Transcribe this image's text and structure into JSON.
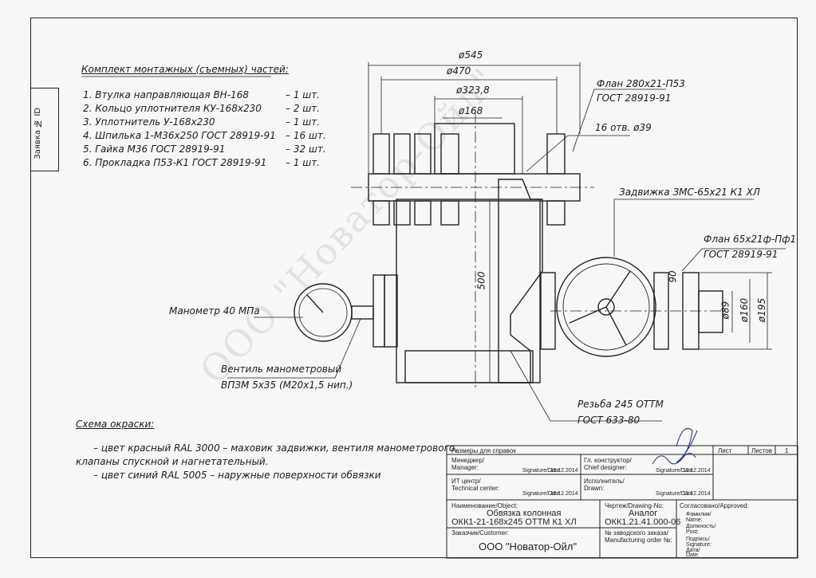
{
  "side_label": "Заявка № ID",
  "parts": {
    "title": "Комплект монтажных (съемных) частей:",
    "items": [
      {
        "name": "1. Втулка направляющая ВН-168",
        "qty": "– 1 шт."
      },
      {
        "name": "2. Кольцо уплотнителя КУ-168х230",
        "qty": "– 2 шт."
      },
      {
        "name": "3. Уплотнитель У-168х230",
        "qty": "– 1 шт."
      },
      {
        "name": "4. Шпилька 1-М36х250 ГОСТ 28919-91",
        "qty": "– 16 шт."
      },
      {
        "name": "5. Гайка М36 ГОСТ 28919-91",
        "qty": "– 32 шт."
      },
      {
        "name": "6. Прокладка П53-К1 ГОСТ 28919-91",
        "qty": "– 1 шт."
      }
    ]
  },
  "dims": {
    "d545": "ø545",
    "d470": "ø470",
    "d323": "ø323,8",
    "d168": "ø168",
    "h500": "500",
    "d89": "ø89",
    "d160": "ø160",
    "d195": "ø195",
    "d90": "90"
  },
  "callouts": {
    "flange1_a": "Флан 280х21-П53",
    "flange1_b": "ГОСТ 28919-91",
    "holes": "16 отв. ø39",
    "valve": "Задвижка ЗМС-65х21 К1 ХЛ",
    "flange2_a": "Флан 65х21ф-Пф1",
    "flange2_b": "ГОСТ 28919-91",
    "gauge": "Манометр 40 МПа",
    "valve2_a": "Вентиль манометровый",
    "valve2_b": "ВПЗМ 5х35 (М20х1,5 нип.)",
    "thread_a": "Резьба 245 ОТТМ",
    "thread_b": "ГОСТ 633-80"
  },
  "paint": {
    "title": "Схема окраски:",
    "line1": "– цвет красный RAL 3000 – маховик задвижки, вентиля манометрового,",
    "line2": "клапаны спускной и нагнетательный.",
    "line3": "– цвет синий RAL 5005 – наружные поверхности обвязки"
  },
  "watermark": "ООО \"Новатор-Ойл\"",
  "titleblock": {
    "sizes": "Размеры для справок",
    "list": "Лист",
    "sheets": "Листов",
    "sheets_val": "1",
    "manager": "Менеджер/",
    "manager_en": "Manager:",
    "designer": "Гл. конструктор/",
    "designer_en": "Chief designer:",
    "itcenter": "ИТ центр/",
    "itcenter_en": "Technical center:",
    "drawn": "Исполнитель/",
    "drawn_en": "Drawn:",
    "sign": "Signature/Date",
    "date": "11.12.2014",
    "object": "Наименование/Object:",
    "object_val_1": "Обвязка колонная",
    "object_val_2": "ОКК1-21-168х245 ОТТМ К1 ХЛ",
    "drawing": "Чертеж/Drawing-No:",
    "drawing_val_1": "Аналог",
    "drawing_val_2": "ОКК1.21.41.000-06",
    "approved": "Согласовано/Approved:",
    "customer": "Заказчик/Customer:",
    "customer_val": "ООО \"Новатор-Ойл\"",
    "mfg": "№ заводского заказа/",
    "mfg_en": "Manufacturing order №:",
    "f1": "Фамилия/",
    "f1b": "Name:",
    "f2": "Должность/",
    "f2b": "Post:",
    "f3": "Подпись/",
    "f3b": "Signature:",
    "f4": "Дата/",
    "f4b": "Date:"
  }
}
